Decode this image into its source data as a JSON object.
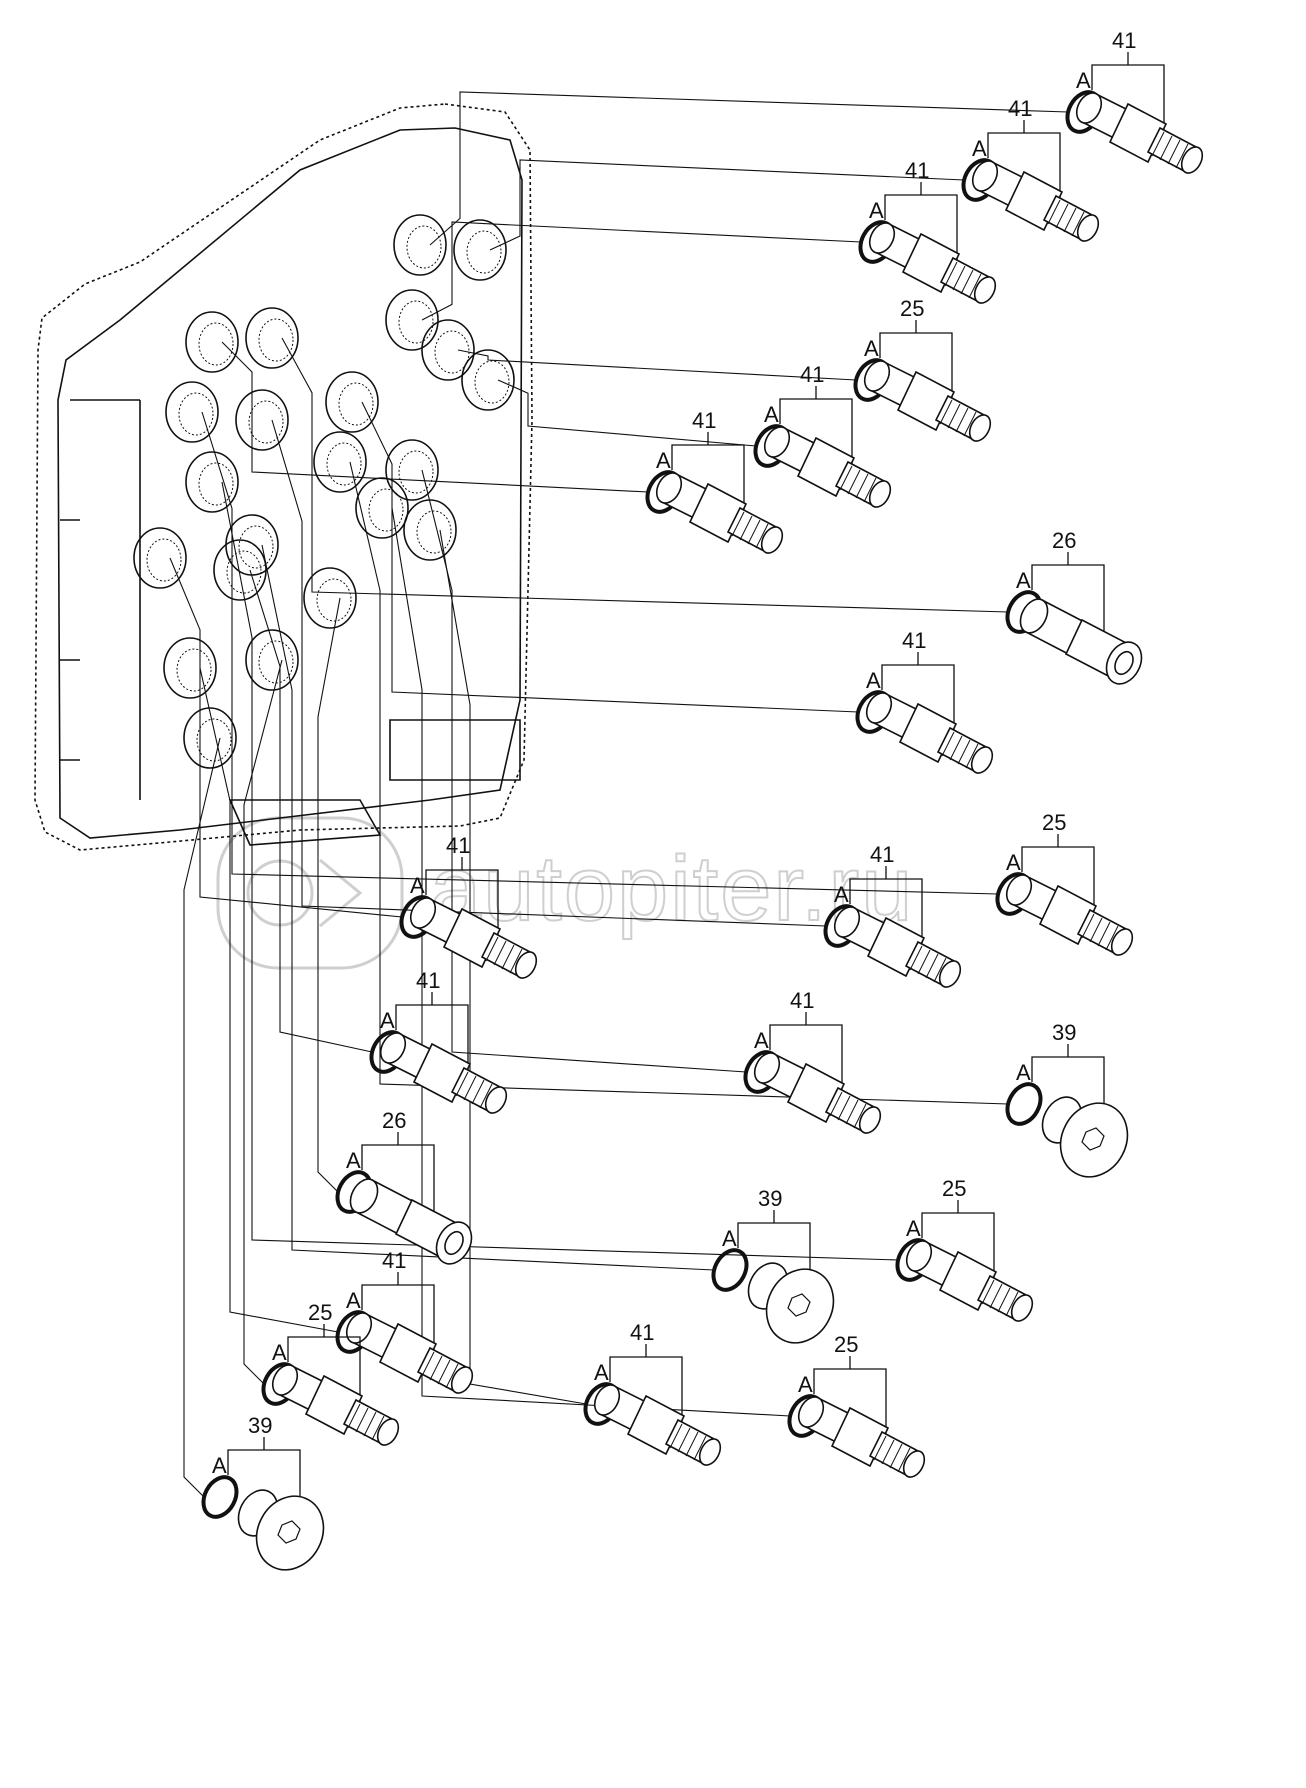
{
  "watermark": {
    "text": "autopiter.ru",
    "logo": "autopiter-logo-icon"
  },
  "colors": {
    "line": "#111111",
    "watermark": "#cfcfcf",
    "background": "#ffffff"
  },
  "callouts": [
    {
      "part": "41",
      "ring": "A",
      "fitting": "adapter"
    },
    {
      "part": "41",
      "ring": "A",
      "fitting": "adapter"
    },
    {
      "part": "41",
      "ring": "A",
      "fitting": "adapter"
    },
    {
      "part": "25",
      "ring": "A",
      "fitting": "adapter"
    },
    {
      "part": "41",
      "ring": "A",
      "fitting": "adapter"
    },
    {
      "part": "41",
      "ring": "A",
      "fitting": "adapter"
    },
    {
      "part": "26",
      "ring": "A",
      "fitting": "nut"
    },
    {
      "part": "41",
      "ring": "A",
      "fitting": "adapter"
    },
    {
      "part": "25",
      "ring": "A",
      "fitting": "adapter"
    },
    {
      "part": "41",
      "ring": "A",
      "fitting": "adapter"
    },
    {
      "part": "39",
      "ring": "A",
      "fitting": "plug"
    },
    {
      "part": "41",
      "ring": "A",
      "fitting": "adapter"
    },
    {
      "part": "25",
      "ring": "A",
      "fitting": "adapter"
    },
    {
      "part": "39",
      "ring": "A",
      "fitting": "plug"
    },
    {
      "part": "25",
      "ring": "A",
      "fitting": "adapter"
    },
    {
      "part": "41",
      "ring": "A",
      "fitting": "adapter"
    },
    {
      "part": "41",
      "ring": "A",
      "fitting": "adapter"
    },
    {
      "part": "41",
      "ring": "A",
      "fitting": "adapter"
    },
    {
      "part": "26",
      "ring": "A",
      "fitting": "nut"
    },
    {
      "part": "41",
      "ring": "A",
      "fitting": "adapter"
    },
    {
      "part": "25",
      "ring": "A",
      "fitting": "adapter"
    },
    {
      "part": "39",
      "ring": "A",
      "fitting": "plug"
    }
  ]
}
